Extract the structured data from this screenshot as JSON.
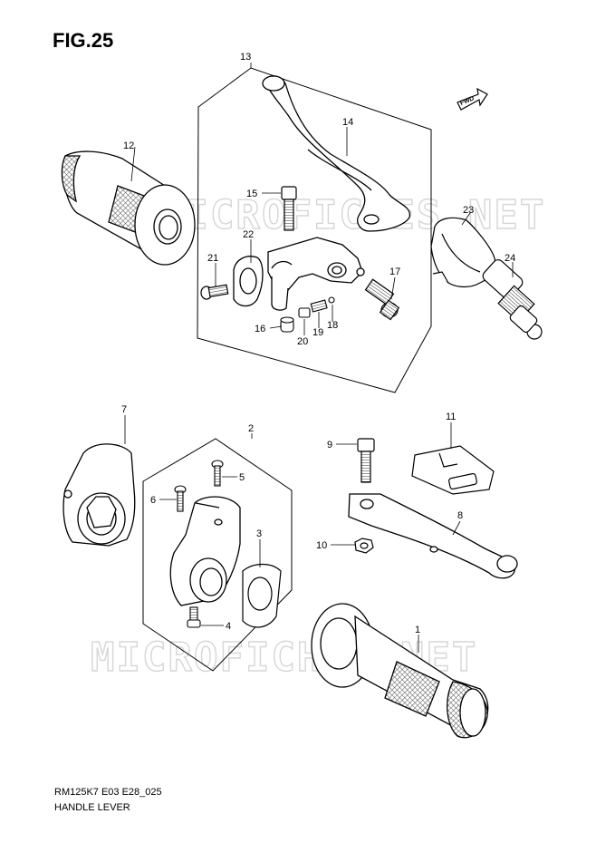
{
  "figure": {
    "title": "FIG.25",
    "code": "RM125K7 E03 E28_025",
    "name": "HANDLE LEVER",
    "watermark": "MICROFICHES.NET",
    "fwd_label": "FWD"
  },
  "callouts": {
    "p1": "1",
    "p2": "2",
    "p3": "3",
    "p4": "4",
    "p5": "5",
    "p6": "6",
    "p7": "7",
    "p8": "8",
    "p9": "9",
    "p10": "10",
    "p11": "11",
    "p12": "12",
    "p13": "13",
    "p14": "14",
    "p15": "15",
    "p16": "16",
    "p17": "17",
    "p18": "18",
    "p19": "19",
    "p20": "20",
    "p21": "21",
    "p22": "22",
    "p23": "23",
    "p24": "24"
  },
  "colors": {
    "line": "#000000",
    "watermark": "#d6d6d6",
    "hatch": "#777777"
  }
}
